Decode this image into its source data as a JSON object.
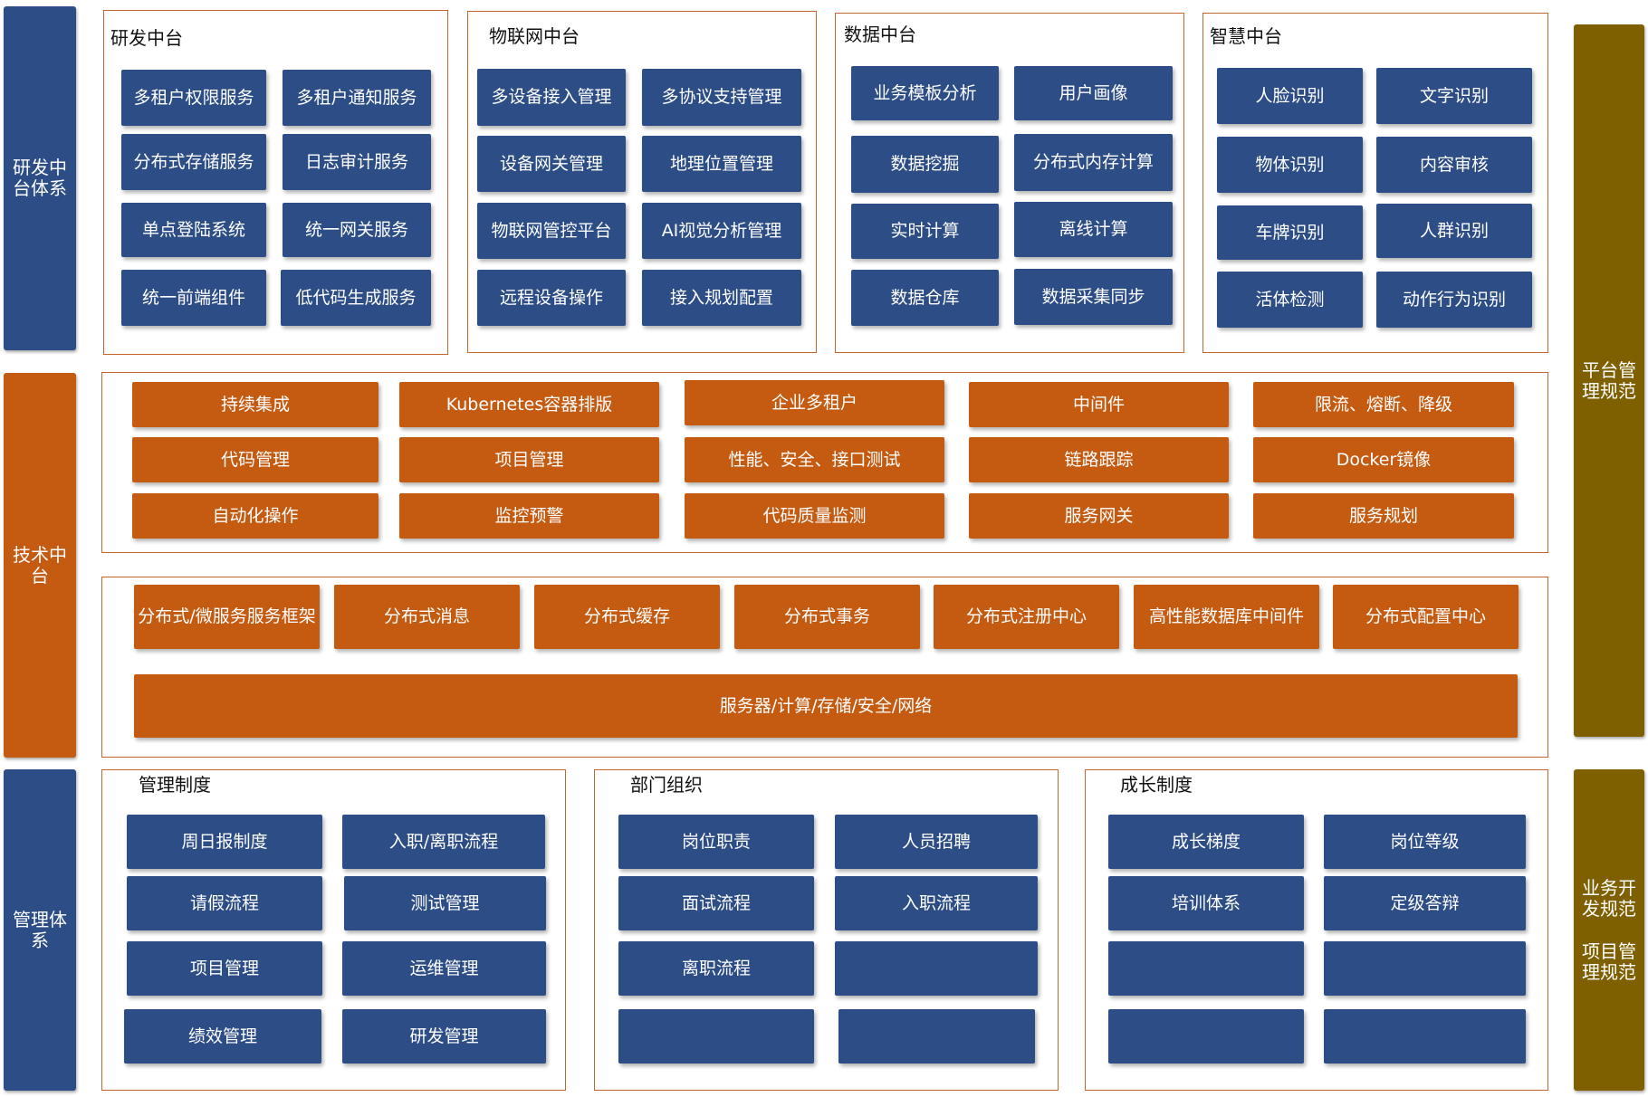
{
  "left_labels": {
    "rd": "研发中台体系",
    "tech": "技术中台",
    "mgmt": "管理体系"
  },
  "right_labels": {
    "platform": "平台管理规范",
    "biz": "业务开发规范",
    "project": "项目管理规范"
  },
  "rd": {
    "dev": {
      "title": "研发中台",
      "items": [
        "多租户权限服务",
        "多租户通知服务",
        "分布式存储服务",
        "日志审计服务",
        "单点登陆系统",
        "统一网关服务",
        "统一前端组件",
        "低代码生成服务"
      ]
    },
    "iot": {
      "title": "物联网中台",
      "items": [
        "多设备接入管理",
        "多协议支持管理",
        "设备网关管理",
        "地理位置管理",
        "物联网管控平台",
        "AI视觉分析管理",
        "远程设备操作",
        "接入规划配置"
      ]
    },
    "data": {
      "title": "数据中台",
      "items": [
        "业务模板分析",
        "用户画像",
        "数据挖掘",
        "分布式内存计算",
        "实时计算",
        "离线计算",
        "数据仓库",
        "数据采集同步"
      ]
    },
    "ai": {
      "title": "智慧中台",
      "items": [
        "人脸识别",
        "文字识别",
        "物体识别",
        "内容审核",
        "车牌识别",
        "人群识别",
        "活体检测",
        "动作行为识别"
      ]
    }
  },
  "tech": {
    "rows": [
      [
        "持续集成",
        "Kubernetes容器排版",
        "企业多租户",
        "中间件",
        "限流、熔断、降级"
      ],
      [
        "代码管理",
        "项目管理",
        "性能、安全、接口测试",
        "链路跟踪",
        "Docker镜像"
      ],
      [
        "自动化操作",
        "监控预警",
        "代码质量监测",
        "服务网关",
        "服务规划"
      ]
    ],
    "distributed": [
      "分布式/微服务服务框架",
      "分布式消息",
      "分布式缓存",
      "分布式事务",
      "分布式注册中心",
      "高性能数据库中间件",
      "分布式配置中心"
    ],
    "infra": "服务器/计算/存储/安全/网络"
  },
  "mgmt": {
    "system": {
      "title": "管理制度",
      "items": [
        "周日报制度",
        "入职/离职流程",
        "请假流程",
        "测试管理",
        "项目管理",
        "运维管理",
        "绩效管理",
        "研发管理"
      ]
    },
    "org": {
      "title": "部门组织",
      "items": [
        "岗位职责",
        "人员招聘",
        "面试流程",
        "入职流程",
        "离职流程",
        "",
        "",
        ""
      ]
    },
    "growth": {
      "title": "成长制度",
      "items": [
        "成长梯度",
        "岗位等级",
        "培训体系",
        "定级答辩",
        "",
        "",
        "",
        ""
      ]
    }
  },
  "colors": {
    "blue": "#2c4d86",
    "orange": "#c55a11",
    "brown": "#7f6000",
    "frame_border": "#c8632b"
  }
}
